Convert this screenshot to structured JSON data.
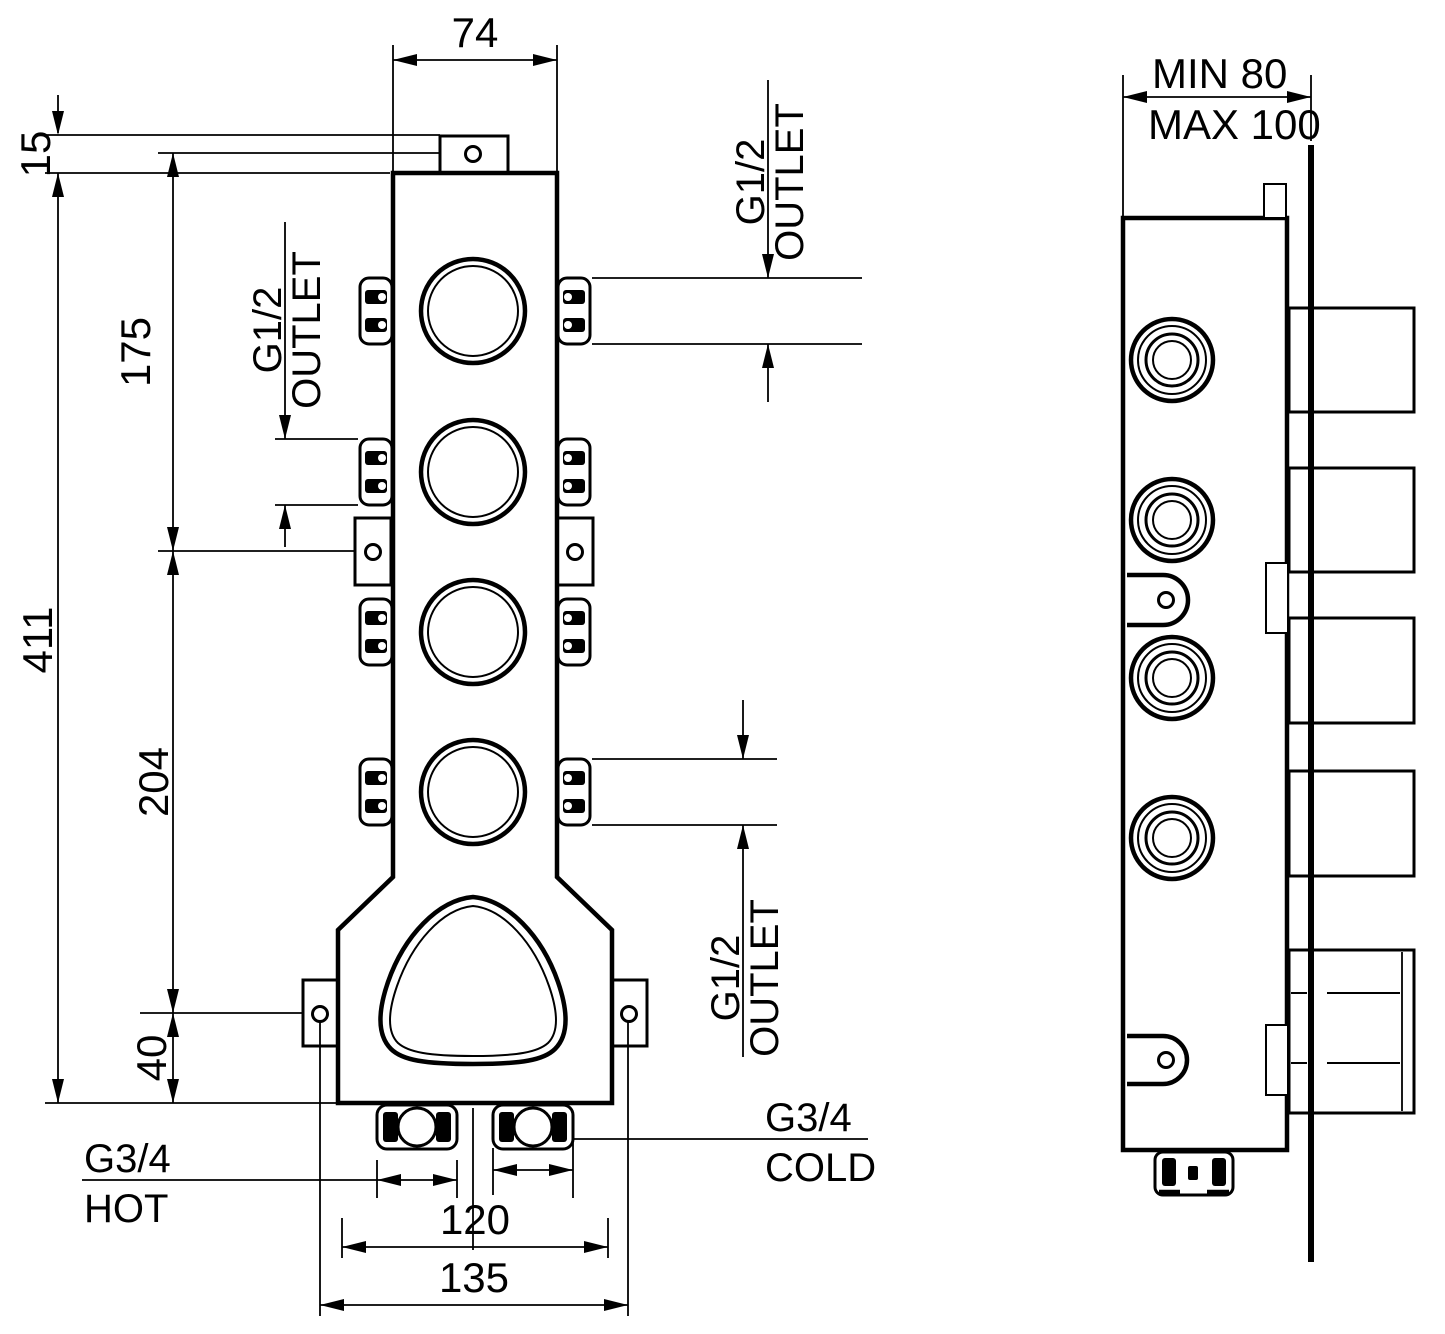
{
  "front": {
    "dim_top_width": "74",
    "dim_bracket_offset": "15",
    "dim_outlet_pitch": "175",
    "dim_body_height": "411",
    "dim_tab_pitch": "204",
    "dim_bottom_offset": "40",
    "dim_inlet_width": "120",
    "dim_tab_width": "135",
    "thread_outlet": "G1/2",
    "label_outlet": "OUTLET",
    "thread_inlet": "G3/4",
    "label_hot": "HOT",
    "label_cold": "COLD"
  },
  "side": {
    "dim_depth_min": "MIN 80",
    "dim_depth_max": "MAX 100"
  }
}
